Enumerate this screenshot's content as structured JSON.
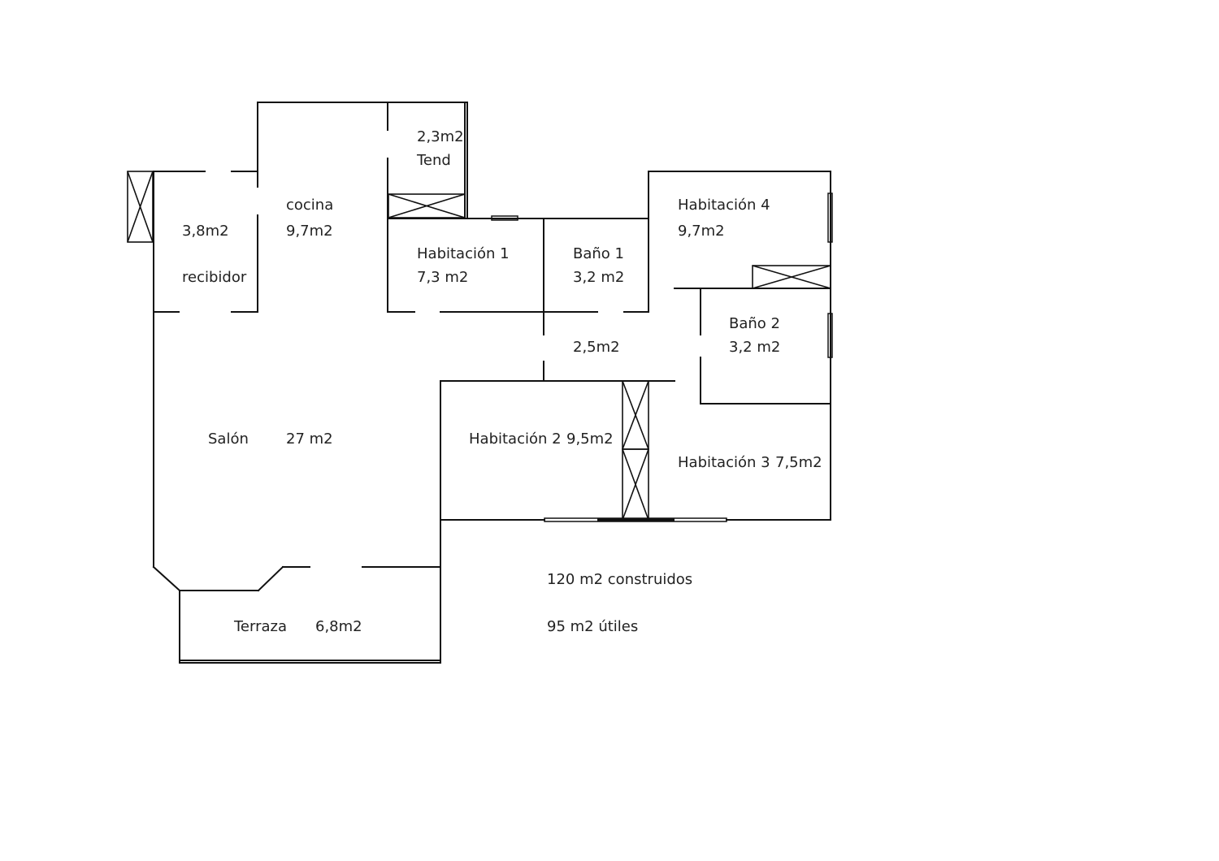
{
  "rooms": {
    "tend_area": "2,3m2",
    "tend_name": "Tend",
    "cocina_name": "cocina",
    "cocina_area": "9,7m2",
    "recibidor_area": "3,8m2",
    "recibidor_name": "recibidor",
    "hab1_name": "Habitación 1",
    "hab1_area": "7,3 m2",
    "bano1_name": "Baño 1",
    "bano1_area": "3,2 m2",
    "hab4_name": "Habitación 4",
    "hab4_area": "9,7m2",
    "bano2_name": "Baño 2",
    "bano2_area": "3,2 m2",
    "pasillo_area": "2,5m2",
    "salon_name": "Salón",
    "salon_area": "27 m2",
    "hab2_name": "Habitación 2",
    "hab2_area": "9,5m2",
    "hab3_name": "Habitación 3",
    "hab3_area": "7,5m2",
    "terraza_name": "Terraza",
    "terraza_area": "6,8m2"
  },
  "totals": {
    "construidos": "120 m2 construidos",
    "utiles": "95 m2 útiles"
  }
}
